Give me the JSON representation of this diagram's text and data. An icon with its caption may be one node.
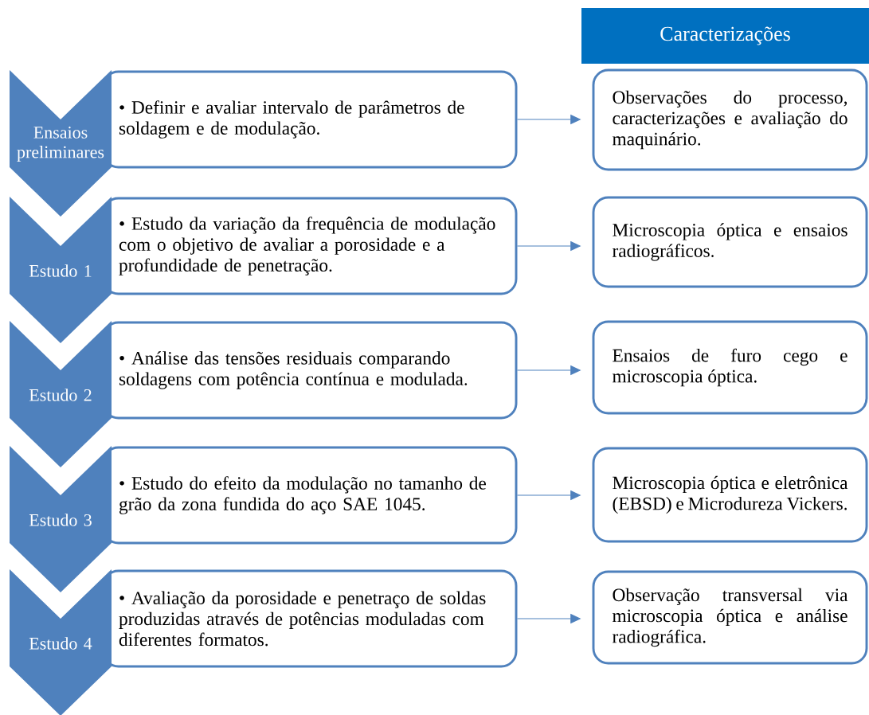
{
  "diagram": {
    "nodes": [
      {
        "text": [
          "Caracterizações"
        ]
      },
      {
        "text": [
          "Ensaios preliminares"
        ]
      },
      {
        "text": [
          "• Definir e avaliar intervalo de parâmetros de soldagem e de modulação."
        ]
      },
      {
        "text": [
          "Observações do processo, caracterizações e avaliação do maquinário."
        ]
      },
      {
        "text": [
          "Estudo 1"
        ]
      },
      {
        "text": [
          "• Estudo da variação da frequência de modulação com o objetivo de avaliar a porosidade e a profundidade de penetração."
        ]
      },
      {
        "text": [
          "Microscopia óptica e ensaios radiográficos."
        ]
      },
      {
        "text": [
          "Estudo 2"
        ]
      },
      {
        "text": [
          "• Análise das tensões residuais comparando soldagens com potência contínua e modulada."
        ]
      },
      {
        "text": [
          "Ensaios de furo cego e microscopia óptica."
        ]
      },
      {
        "text": [
          "Estudo 3"
        ]
      },
      {
        "text": [
          "• Estudo do efeito da modulação no tamanho de grão da zona fundida do aço SAE 1045."
        ]
      },
      {
        "text": [
          "Microscopia óptica e eletrônica (EBSD) e Microdureza Vickers."
        ]
      },
      {
        "text": [
          "Estudo 4"
        ]
      },
      {
        "text": [
          "• Avaliação da porosidade e penetraço de soldas produzidas através de potências moduladas com diferentes formatos."
        ]
      },
      {
        "text": [
          "Observação transversal via microscopia óptica e análise radiográfica."
        ]
      }
    ],
    "edges": [
      {
        "from": 2,
        "to": 3,
        "arrow": "to"
      },
      {
        "from": 5,
        "to": 6,
        "arrow": "to"
      },
      {
        "from": 8,
        "to": 9,
        "arrow": "to"
      },
      {
        "from": 11,
        "to": 12,
        "arrow": "to"
      },
      {
        "from": 14,
        "to": 15,
        "arrow": "to"
      }
    ]
  }
}
